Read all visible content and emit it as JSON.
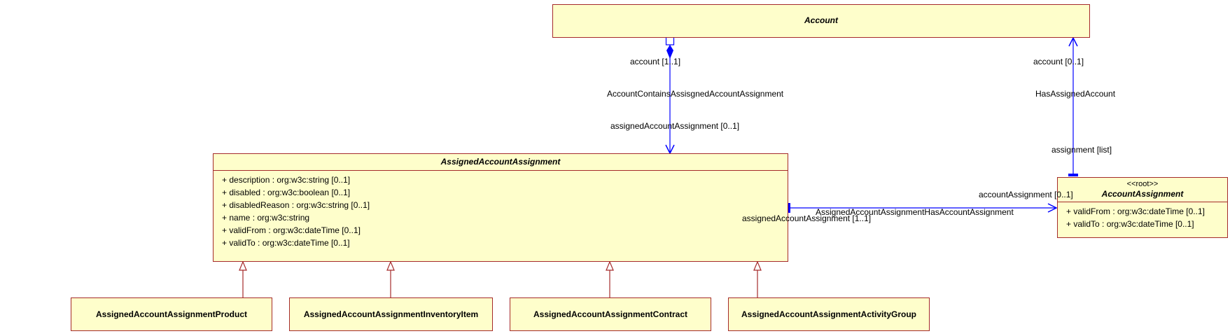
{
  "classes": {
    "account": {
      "name": "Account"
    },
    "assigned": {
      "name": "AssignedAccountAssignment",
      "attributes": [
        "+ description : org:w3c:string [0..1]",
        "+ disabled : org:w3c:boolean [0..1]",
        "+ disabledReason : org:w3c:string [0..1]",
        "+ name : org:w3c:string",
        "+ validFrom : org:w3c:dateTime [0..1]",
        "+ validTo : org:w3c:dateTime [0..1]"
      ]
    },
    "account_assignment": {
      "stereotype": "<<root>>",
      "name": "AccountAssignment",
      "attributes": [
        "+ validFrom : org:w3c:dateTime [0..1]",
        "+ validTo : org:w3c:dateTime [0..1]"
      ]
    },
    "subclasses": [
      "AssignedAccountAssignmentProduct",
      "AssignedAccountAssignmentInventoryItem",
      "AssignedAccountAssignmentContract",
      "AssignedAccountAssignmentActivityGroup"
    ]
  },
  "associations": {
    "contains": {
      "name": "AccountContainsAssisgnedAccountAssignment",
      "source_role": "account [1..1]",
      "target_role": "assignedAccountAssignment [0..1]"
    },
    "has_assigned_account": {
      "name": "HasAssignedAccount",
      "source_role": "account [0..1]",
      "target_role": "assignment [list]"
    },
    "has_account_assignment": {
      "name": "AssignedAccountAssignmentHasAccountAssignment",
      "source_role": "assignedAccountAssignment [1..1]",
      "target_role": "accountAssignment [0..1]"
    }
  },
  "colors": {
    "class_fill": "#fefecb",
    "class_border": "#a52a2a",
    "association_line": "#0000ff",
    "generalization_line": "#a52a2a"
  }
}
